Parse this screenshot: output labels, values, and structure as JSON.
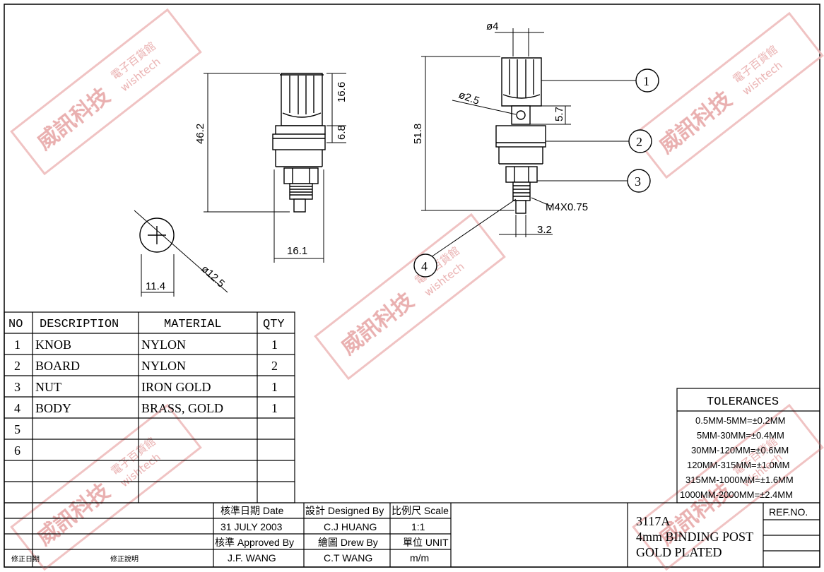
{
  "drawing": {
    "dims": {
      "d4": "ø4",
      "d25": "ø2.5",
      "h57": "5.7",
      "h518": "51.8",
      "thread": "M4X0.75",
      "w32": "3.2",
      "h462": "46.2",
      "h166": "16.6",
      "h68": "6.8",
      "w161": "16.1",
      "w114": "11.4",
      "d125": "ø12.5"
    },
    "balloons": [
      "1",
      "2",
      "3",
      "4"
    ]
  },
  "bom": {
    "headers": [
      "NO",
      "DESCRIPTION",
      "MATERIAL",
      "QTY"
    ],
    "rows": [
      {
        "no": "1",
        "desc": "KNOB",
        "mat": "NYLON",
        "qty": "1"
      },
      {
        "no": "2",
        "desc": "BOARD",
        "mat": "NYLON",
        "qty": "2"
      },
      {
        "no": "3",
        "desc": "NUT",
        "mat": "IRON GOLD",
        "qty": "1"
      },
      {
        "no": "4",
        "desc": "BODY",
        "mat": "BRASS, GOLD",
        "qty": "1"
      },
      {
        "no": "5",
        "desc": "",
        "mat": "",
        "qty": ""
      },
      {
        "no": "6",
        "desc": "",
        "mat": "",
        "qty": ""
      },
      {
        "no": "",
        "desc": "",
        "mat": "",
        "qty": ""
      },
      {
        "no": "",
        "desc": "",
        "mat": "",
        "qty": ""
      }
    ]
  },
  "tolerances": {
    "title": "TOLERANCES",
    "lines": [
      "0.5MM-5MM=±0.2MM",
      "5MM-30MM=±0.4MM",
      "30MM-120MM=±0.6MM",
      "120MM-315MM=±1.0MM",
      "315MM-1000MM=±1.6MM",
      "1000MM-2000MM=±2.4MM"
    ]
  },
  "title_block": {
    "date_label": "核準日期 Date",
    "date_value": "31 JULY 2003",
    "approved_label": "核準 Approved By",
    "approved_value": "J.F. WANG",
    "designed_label": "設計 Designed By",
    "designed_value": "C.J HUANG",
    "drew_label": "繪圖 Drew By",
    "drew_value": "C.T WANG",
    "scale_label": "比例尺 Scale",
    "scale_value": "1:1",
    "unit_label": "單位 UNIT",
    "unit_value": "m/m",
    "rev_date_label": "修正日期",
    "rev_desc_label": "修正說明",
    "part_no": "3117A",
    "part_desc_1": "4mm BINDING POST",
    "part_desc_2": "GOLD PLATED",
    "ref_label": "REF.NO."
  },
  "watermark": {
    "main": "威訊科技",
    "sub": "電子百貨館",
    "url": "wishtech"
  }
}
